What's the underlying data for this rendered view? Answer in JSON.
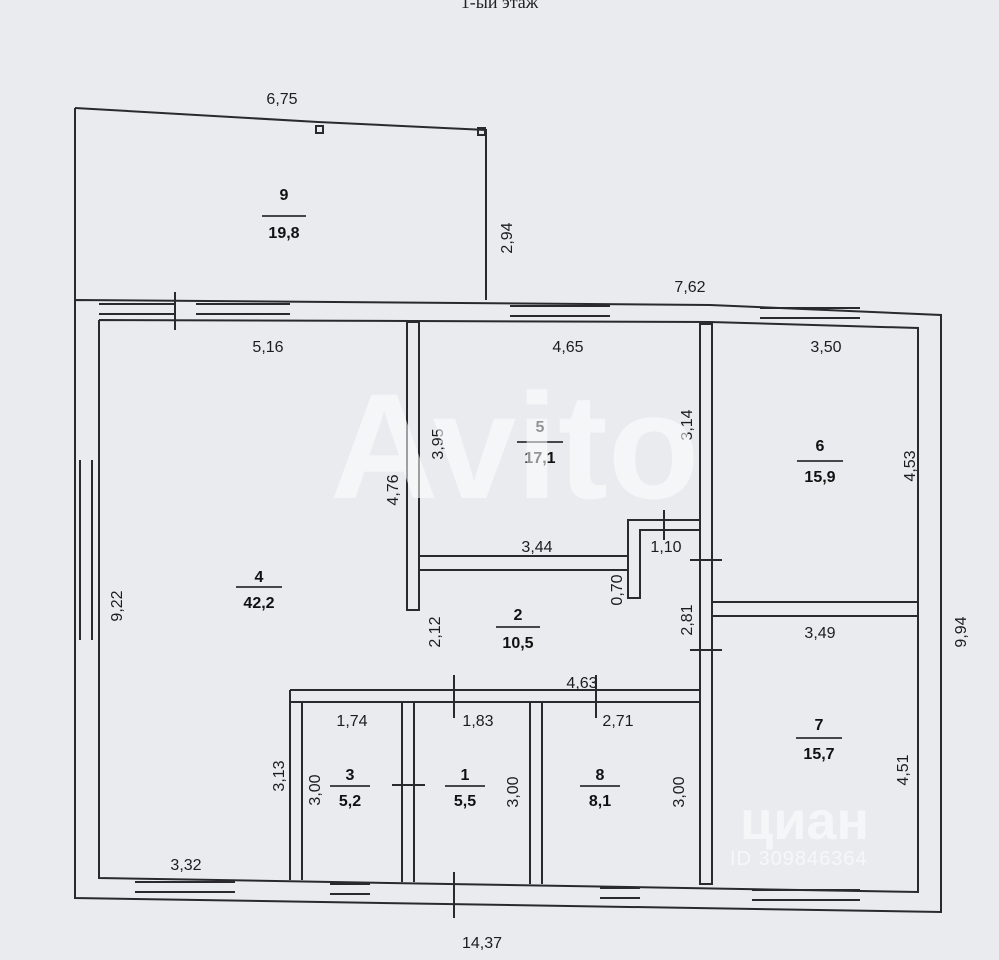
{
  "title": "1-ый этаж",
  "rooms": [
    {
      "id": "r9",
      "number": "9",
      "area": "19,8"
    },
    {
      "id": "r5",
      "number": "5",
      "area": "17,1"
    },
    {
      "id": "r6",
      "number": "6",
      "area": "15,9"
    },
    {
      "id": "r4",
      "number": "4",
      "area": "42,2"
    },
    {
      "id": "r2",
      "number": "2",
      "area": "10,5"
    },
    {
      "id": "r7",
      "number": "7",
      "area": "15,7"
    },
    {
      "id": "r3",
      "number": "3",
      "area": "5,2"
    },
    {
      "id": "r1",
      "number": "1",
      "area": "5,5"
    },
    {
      "id": "r8",
      "number": "8",
      "area": "8,1"
    }
  ],
  "dimensions": [
    "6,75",
    "2,94",
    "7,62",
    "5,16",
    "4,65",
    "3,50",
    "3,95",
    "4,76",
    "3,14",
    "4,53",
    "1,10",
    "3,44",
    "0,70",
    "9,22",
    "9,94",
    "2,12",
    "2,81",
    "3,49",
    "4,63",
    "1,74",
    "1,83",
    "2,71",
    "3,13",
    "3,00",
    "3,00",
    "3,00",
    "4,51",
    "3,32",
    "14,37"
  ],
  "watermarks": {
    "avito": "Avito",
    "cian": "циан",
    "cian_id": "ID 309846364"
  }
}
